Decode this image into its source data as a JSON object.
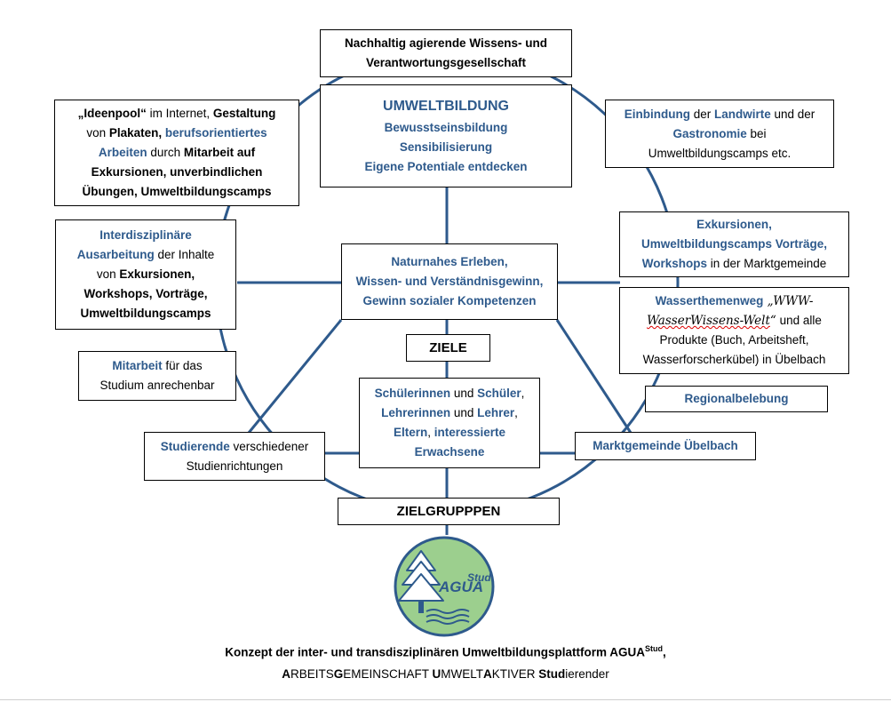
{
  "colors": {
    "ring": "#2e5a8c",
    "highlight": "#2e5a8c",
    "logo_fill": "#9ccf8e",
    "logo_tree": "#2e5a8c"
  },
  "top_box": {
    "line1": "Nachhaltig agierende Wissens- und",
    "line2": "Verantwortungsgesellschaft"
  },
  "center_top": {
    "title": "UMWELTBILDUNG",
    "l1": "Bewusstseinsbildung",
    "l2": "Sensibilisierung",
    "l3": "Eigene Potentiale entdecken"
  },
  "left_top": {
    "q_open": "„",
    "ideenpool": "Ideenpool",
    "q_close": "“",
    "t1": " im Internet, ",
    "gestaltung": "Gestaltung",
    "von": "von ",
    "plakaten": "Plakaten,",
    "beruf": " berufsorientiertes",
    "arbeiten": "Arbeiten",
    "durch": " durch ",
    "mitarbeit": "Mitarbeit auf",
    "l4": "Exkursionen, unverbindlichen",
    "l5": "Übungen, Umweltbildungscamps"
  },
  "right_top": {
    "einbindung": "Einbindung",
    "der": " der ",
    "landwirte": "Landwirte",
    "und": " und der",
    "gastronomie": "Gastronomie",
    "bei": " bei",
    "l3": "Umweltbildungscamps etc."
  },
  "left_mid": {
    "l1": "Interdisziplinäre",
    "ausarbeitung": "Ausarbeitung",
    "inhalte": " der Inhalte",
    "von": "von ",
    "exkursionen": "Exkursionen,",
    "l4": "Workshops, Vorträge,",
    "l5": "Umweltbildungscamps"
  },
  "center_mid": {
    "l1": "Naturnahes Erleben,",
    "l2": "Wissen- und Verständnisgewinn,",
    "l3": "Gewinn sozialer Kompetenzen"
  },
  "right_mid": {
    "l1": "Exkursionen,",
    "l2": "Umweltbildungscamps Vorträge,",
    "workshops": "Workshops",
    "rest": "  in der Marktgemeinde"
  },
  "right_wasser": {
    "wasserthemenweg": "Wasserthemenweg",
    "q_open": " „",
    "www": "WWW-",
    "wasserwissens": "WasserWissens-Welt",
    "q_close": "“",
    "und_alle": " und alle",
    "l3": "Produkte (Buch, Arbeitsheft,",
    "l4": "Wasserforscherkübel) in Übelbach"
  },
  "regional": {
    "label": "Regionalbelebung"
  },
  "ziele": {
    "label": "ZIELE"
  },
  "left_mitarbeit": {
    "mitarbeit": "Mitarbeit",
    "fuer": " für das",
    "l2": "Studium anrechenbar"
  },
  "zielgruppen_box": {
    "schuelerinnen": "Schülerinnen",
    "und1": " und ",
    "schueler": "Schüler",
    "comma1": ",",
    "lehrerinnen": "Lehrerinnen",
    "und2": " und ",
    "lehrer": "Lehrer",
    "comma2": ",",
    "eltern": "Eltern",
    "comma3": ", ",
    "interessierte": "interessierte",
    "erwachsene": "Erwachsene"
  },
  "studierende": {
    "studierende": "Studierende",
    "rest": " verschiedener",
    "l2": "Studienrichtungen"
  },
  "marktgemeinde": {
    "label": "Marktgemeinde Übelbach"
  },
  "zielgruppen_label": {
    "label": "ZIELGRUPPPEN"
  },
  "logo": {
    "text": "AGUA",
    "sup": "Stud"
  },
  "caption": {
    "line1": "Konzept der inter- und transdisziplinären Umweltbildungsplattform AGUA",
    "line1_sup": "Stud",
    "line1_end": ",",
    "a": "A",
    "rbeits": "RBEITS",
    "g": "G",
    "emeinschaft": "EMEINSCHAFT ",
    "u": "U",
    "mwelt": "MWELT",
    "a2": "A",
    "ktiver": "KTIVER ",
    "stud": "Stud",
    "ierender": "ierender"
  }
}
